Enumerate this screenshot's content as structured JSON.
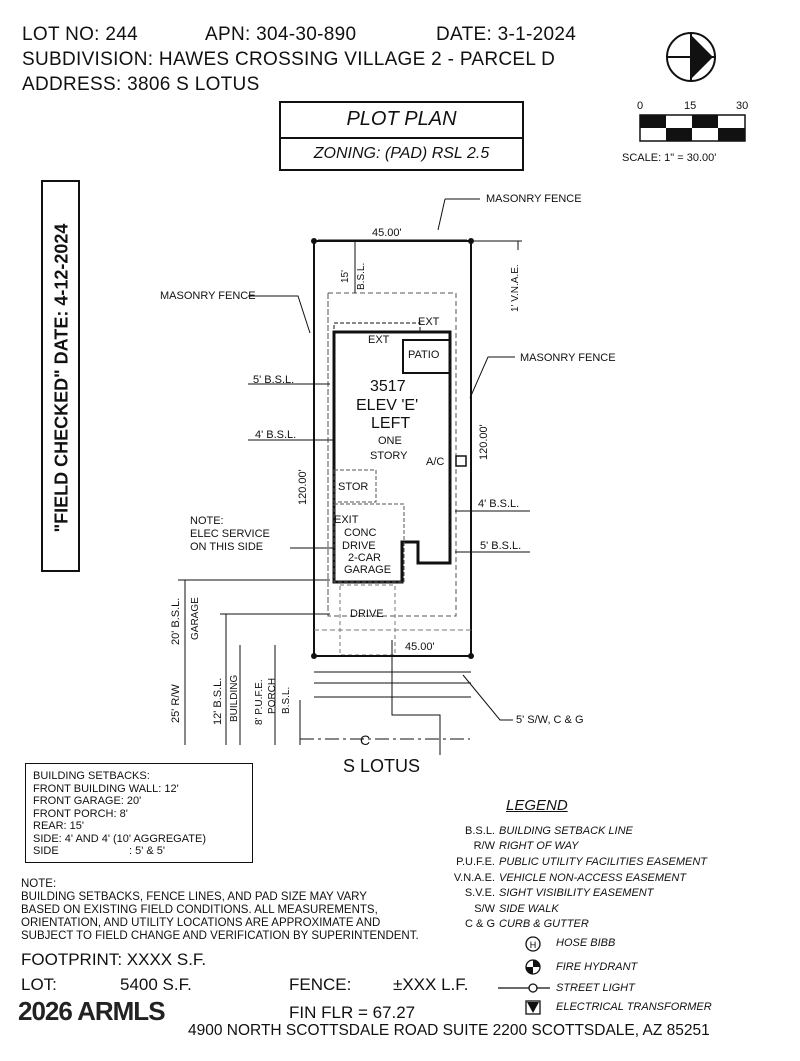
{
  "header": {
    "lot": "LOT NO: 244",
    "apn": "APN: 304-30-890",
    "date": "DATE: 3-1-2024",
    "subdivision": "SUBDIVISION: HAWES CROSSING VILLAGE 2 - PARCEL D",
    "address": "ADDRESS: 3806 S LOTUS"
  },
  "title": {
    "plan": "PLOT PLAN",
    "zoning": "ZONING: (PAD) RSL 2.5"
  },
  "scale": {
    "t0": "0",
    "t15": "15",
    "t30": "30",
    "label": "SCALE: 1\" = 30.00'"
  },
  "field_checked": "\"FIELD CHECKED\" DATE: 4-12-2024",
  "plan": {
    "fence_top": "MASONRY FENCE",
    "fence_left": "MASONRY FENCE",
    "fence_right": "MASONRY FENCE",
    "dim_top": "45.00'",
    "dim_bottom": "45.00'",
    "dim_right": "120.00'",
    "dim_left": "120.00'",
    "rear_setback_val": "15'",
    "rear_setback_lbl": "B.S.L.",
    "vnae": "1' V.N.A.E.",
    "ext_top": "EXT",
    "ext_left": "EXT",
    "patio": "PATIO",
    "plan_no": "3517",
    "elev": "ELEV 'E'",
    "left": "LEFT",
    "one": "ONE",
    "story": "STORY",
    "ac": "A/C",
    "stor": "STOR",
    "exit": "EXIT",
    "conc": "CONC",
    "drive1": "DRIVE",
    "car": "2-CAR",
    "garage": "GARAGE",
    "drive2": "DRIVE",
    "bsl5_left": "5' B.S.L.",
    "bsl4_left": "4' B.S.L.",
    "bsl4_right": "4' B.S.L.",
    "bsl5_right": "5' B.S.L.",
    "note1": "NOTE:",
    "note2": "ELEC SERVICE",
    "note3": "ON THIS SIDE",
    "garage_bsl1": "20' B.S.L.",
    "garage_bsl2": "GARAGE",
    "rw": "25' R/W",
    "bldg_bsl1": "12' B.S.L.",
    "bldg_bsl2": "BUILDING",
    "pufe": "8' P.U.F.E.",
    "porch1": "PORCH",
    "porch2": "B.S.L.",
    "sw": "5' S/W, C & G",
    "street": "S  LOTUS",
    "centerline": "C"
  },
  "setbacks": {
    "title": "BUILDING SETBACKS:",
    "lines": [
      "FRONT BUILDING WALL: 12'",
      "FRONT GARAGE: 20'",
      "FRONT PORCH: 8'",
      "REAR: 15'",
      "SIDE: 4' AND 4' (10' AGGREGATE)",
      "SIDE                       : 5' & 5'"
    ]
  },
  "legend": {
    "title": "LEGEND",
    "rows": [
      {
        "abbr": "B.S.L.",
        "desc": "BUILDING SETBACK LINE"
      },
      {
        "abbr": "R/W",
        "desc": "RIGHT OF WAY"
      },
      {
        "abbr": "P.U.F.E.",
        "desc": "PUBLIC UTILITY FACILITIES EASEMENT"
      },
      {
        "abbr": "V.N.A.E.",
        "desc": "VEHICLE NON-ACCESS EASEMENT"
      },
      {
        "abbr": "S.V.E.",
        "desc": "SIGHT VISIBILITY EASEMENT"
      },
      {
        "abbr": "S/W",
        "desc": "SIDE WALK"
      },
      {
        "abbr": "C & G",
        "desc": "CURB & GUTTER"
      }
    ],
    "symbols": [
      {
        "icon": "hose-bibb-icon",
        "desc": "HOSE BIBB"
      },
      {
        "icon": "fire-hydrant-icon",
        "desc": "FIRE HYDRANT"
      },
      {
        "icon": "street-light-icon",
        "desc": "STREET LIGHT"
      },
      {
        "icon": "electrical-transformer-icon",
        "desc": "ELECTRICAL TRANSFORMER"
      }
    ]
  },
  "notes": {
    "title": "NOTE:",
    "lines": [
      "BUILDING SETBACKS, FENCE LINES, AND PAD SIZE MAY VARY",
      "BASED ON EXISTING FIELD CONDITIONS.  ALL MEASUREMENTS,",
      "ORIENTATION, AND UTILITY LOCATIONS ARE APPROXIMATE AND",
      "SUBJECT TO FIELD CHANGE AND VERIFICATION BY SUPERINTENDENT."
    ]
  },
  "footer": {
    "footprint": "FOOTPRINT: XXXX S.F.",
    "lot_label": "LOT:",
    "lot_value": "5400 S.F.",
    "fence_label": "FENCE:",
    "fence_value": "±XXX L.F.",
    "fin_flr": "FIN FLR = 67.27",
    "watermark": "2026 ARMLS",
    "address": "4900 NORTH SCOTTSDALE ROAD SUITE 2200 SCOTTSDALE, AZ  85251"
  }
}
